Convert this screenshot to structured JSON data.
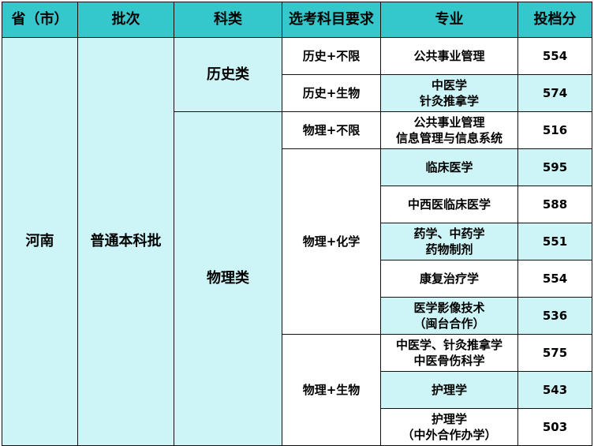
{
  "headers": {
    "province": "省（市）",
    "batch": "批次",
    "subject_class": "科类",
    "requirement": "选考科目要求",
    "major": "专业",
    "score": "投档分"
  },
  "province": "河南",
  "batch": "普通本科批",
  "classes": {
    "history": "历史类",
    "physics": "物理类"
  },
  "requirements": {
    "hist_none": "历史+不限",
    "hist_bio": "历史+生物",
    "phys_none": "物理+不限",
    "phys_chem": "物理+化学",
    "phys_bio": "物理+生物"
  },
  "rows": [
    {
      "major": [
        "公共事业管理"
      ],
      "score": "554"
    },
    {
      "major": [
        "中医学",
        "针灸推拿学"
      ],
      "score": "574"
    },
    {
      "major": [
        "公共事业管理",
        "信息管理与信息系统"
      ],
      "score": "516"
    },
    {
      "major": [
        "临床医学"
      ],
      "score": "595"
    },
    {
      "major": [
        "中西医临床医学"
      ],
      "score": "588"
    },
    {
      "major": [
        "药学、中药学",
        "药物制剂"
      ],
      "score": "551"
    },
    {
      "major": [
        "康复治疗学"
      ],
      "score": "554"
    },
    {
      "major": [
        "医学影像技术",
        "（闽台合作）"
      ],
      "score": "536"
    },
    {
      "major": [
        "中医学、针灸推拿学",
        "中医骨伤科学"
      ],
      "score": "575"
    },
    {
      "major": [
        "护理学"
      ],
      "score": "543"
    },
    {
      "major": [
        "护理学",
        "（中外合作办学）"
      ],
      "score": "503"
    }
  ],
  "colors": {
    "header_bg": "#34c8cc",
    "light_cell_bg": "#cdf4f6",
    "border": "#111111"
  }
}
